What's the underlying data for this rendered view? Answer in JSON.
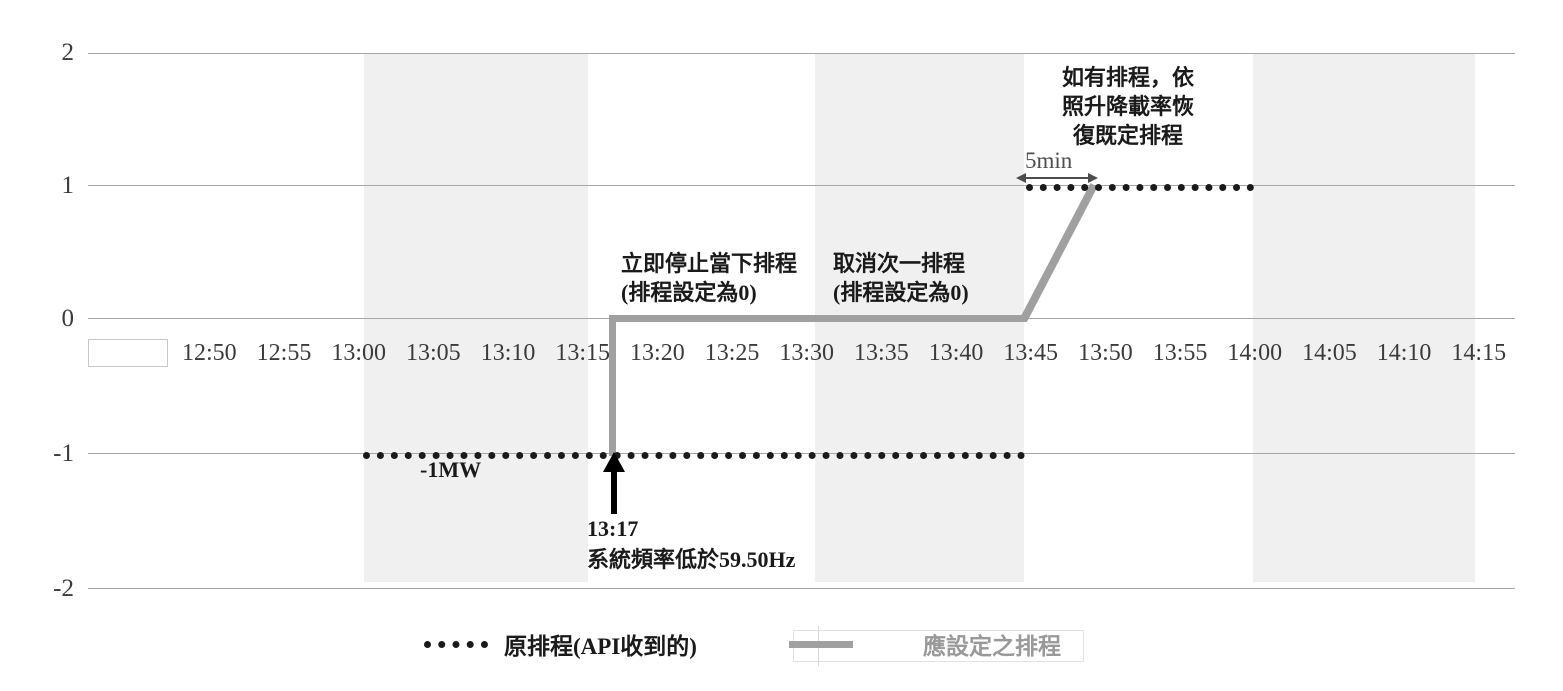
{
  "chart_data": {
    "type": "line",
    "title": "",
    "xlabel": "",
    "ylabel": "",
    "ylim": [
      -2,
      2
    ],
    "yticks": [
      "2",
      "1",
      "0",
      "-1",
      "-2"
    ],
    "grid": true,
    "legend_position": "bottom",
    "x": [
      "12:50",
      "12:55",
      "13:00",
      "13:05",
      "13:10",
      "13:15",
      "13:20",
      "13:25",
      "13:30",
      "13:35",
      "13:40",
      "13:45",
      "13:50",
      "13:55",
      "14:00",
      "14:05",
      "14:10",
      "14:15"
    ],
    "series": [
      {
        "name": "原排程(API收到的)",
        "style": "dotted",
        "color": "#1a1a1a",
        "points": [
          {
            "x": "13:00",
            "y": -1
          },
          {
            "x": "13:45",
            "y": -1
          },
          {
            "x": "13:45",
            "y": 1
          },
          {
            "x": "14:05",
            "y": 1
          }
        ]
      },
      {
        "name": "應設定之排程",
        "style": "solid",
        "color": "#a0a0a0",
        "points": [
          {
            "x": "13:17",
            "y": -1
          },
          {
            "x": "13:17",
            "y": 0
          },
          {
            "x": "13:45",
            "y": 0
          },
          {
            "x": "13:50",
            "y": 1
          },
          {
            "x": "14:05",
            "y": 1
          }
        ]
      }
    ],
    "shaded_bands": [
      {
        "from": "13:00",
        "to": "13:17"
      },
      {
        "from": "13:30",
        "to": "13:45"
      },
      {
        "from": "14:00",
        "to": "14:15"
      }
    ],
    "annotations": [
      {
        "id": "stop-now",
        "text": "立即停止當下排程\n(排程設定為0)",
        "x": "13:18",
        "y": 0.55
      },
      {
        "id": "cancel-next",
        "text": "取消次一排程\n(排程設定為0)",
        "x": "13:32",
        "y": 0.55
      },
      {
        "id": "resume",
        "text": "如有排程，依\n照升降載率恢\n復既定排程",
        "x": "13:47",
        "y": 1.75
      },
      {
        "id": "ramp-duration",
        "text": "5min",
        "x": "13:47",
        "y": 1.1
      },
      {
        "id": "minus-1mw",
        "text": "-1MW",
        "x": "13:06",
        "y": -1.1
      },
      {
        "id": "event",
        "text": "13:17\n系統頻率低於59.50Hz",
        "x": "13:17",
        "y": -1.55
      }
    ]
  },
  "axis": {
    "y_labels": [
      "2",
      "1",
      "0",
      "-1",
      "-2"
    ],
    "x_labels": [
      "12:50",
      "12:55",
      "13:00",
      "13:05",
      "13:10",
      "13:15",
      "13:20",
      "13:25",
      "13:30",
      "13:35",
      "13:40",
      "13:45",
      "13:50",
      "13:55",
      "14:00",
      "14:05",
      "14:10",
      "14:15"
    ],
    "x_blank_cell": ""
  },
  "annotations": {
    "stop_current_schedule": "立即停止當下排程\n(排程設定為0)",
    "cancel_next_schedule": "取消次一排程\n(排程設定為0)",
    "resume_schedule": "如有排程，依\n照升降載率恢\n復既定排程",
    "ramp_duration": "5min",
    "power_label": "-1MW",
    "event_time": "13:17",
    "event_reason": "系統頻率低於59.50Hz"
  },
  "legend": {
    "items": [
      {
        "label": "原排程(API收到的)",
        "style": "dotted",
        "color": "#1a1a1a"
      },
      {
        "label": "應設定之排程",
        "style": "solid",
        "color": "#a0a0a0"
      }
    ]
  },
  "colors": {
    "grid": "#a6a6a6",
    "band": "#f0f0f0",
    "dotted_series": "#1a1a1a",
    "solid_series": "#a0a0a0",
    "tick_text": "#3b3b3b"
  }
}
